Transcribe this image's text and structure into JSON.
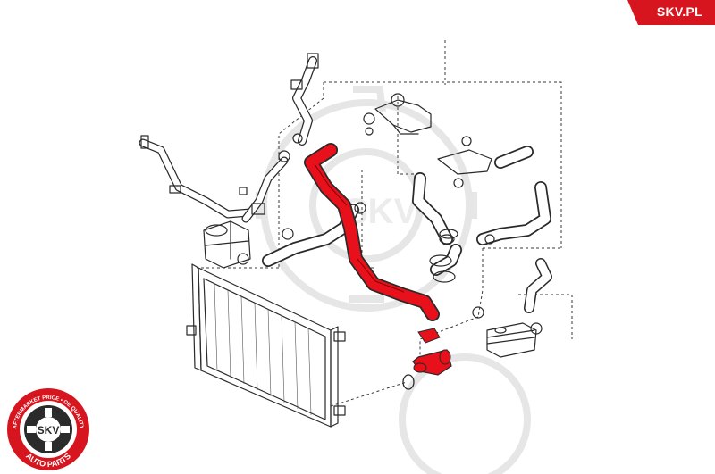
{
  "brand": {
    "site": "SKV.PL",
    "color": "#d7151f"
  },
  "watermark": {
    "text": "SKV"
  },
  "logo": {
    "ring_text_top": "AFTERMARKET PRICE • OE QUALITY",
    "ring_text_bottom": "AUTO PARTS",
    "center_text": "SKV",
    "ring_color": "#d7151f"
  },
  "diagram": {
    "highlight_color": "#e8101a",
    "line_color": "#2a2a2a",
    "highlighted_parts": [
      "coolant-hose-red",
      "flange-with-o-ring-red"
    ]
  }
}
